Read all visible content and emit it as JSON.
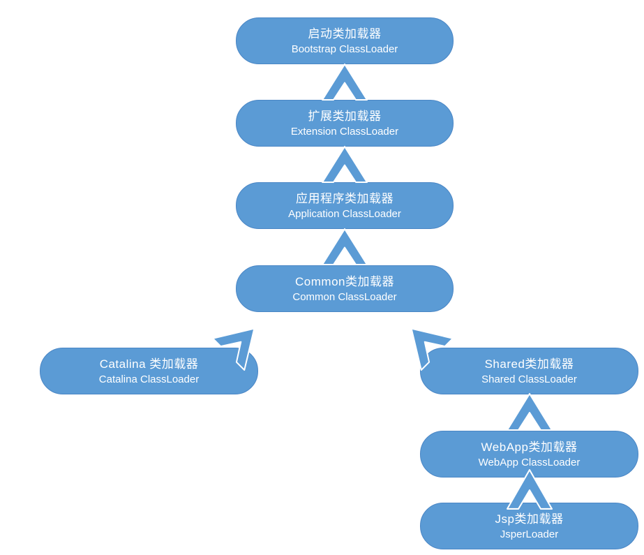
{
  "theme": {
    "node_fill": "#5b9bd5",
    "node_border": "#4a86c5",
    "text_color": "#ffffff",
    "arrow_fill": "#5b9bd5",
    "arrow_outline": "#ffffff",
    "page_bg": "#ffffff"
  },
  "diagram": {
    "type": "hierarchy-flow",
    "nodes": [
      {
        "id": "bootstrap",
        "label_zh": "启动类加载器",
        "label_en": "Bootstrap ClassLoader"
      },
      {
        "id": "extension",
        "label_zh": "扩展类加载器",
        "label_en": "Extension ClassLoader"
      },
      {
        "id": "application",
        "label_zh": "应用程序类加载器",
        "label_en": "Application ClassLoader"
      },
      {
        "id": "common",
        "label_zh": "Common类加载器",
        "label_en": "Common ClassLoader"
      },
      {
        "id": "catalina",
        "label_zh": "Catalina 类加载器",
        "label_en": "Catalina ClassLoader"
      },
      {
        "id": "shared",
        "label_zh": "Shared类加载器",
        "label_en": "Shared ClassLoader"
      },
      {
        "id": "webapp",
        "label_zh": "WebApp类加载器",
        "label_en": "WebApp ClassLoader"
      },
      {
        "id": "jsp",
        "label_zh": "Jsp类加载器",
        "label_en": "JsperLoader"
      }
    ],
    "edges": [
      {
        "from": "extension",
        "to": "bootstrap",
        "direction": "up"
      },
      {
        "from": "application",
        "to": "extension",
        "direction": "up"
      },
      {
        "from": "common",
        "to": "application",
        "direction": "up"
      },
      {
        "from": "catalina",
        "to": "common",
        "direction": "up-right"
      },
      {
        "from": "shared",
        "to": "common",
        "direction": "up-left"
      },
      {
        "from": "webapp",
        "to": "shared",
        "direction": "up"
      },
      {
        "from": "jsp",
        "to": "webapp",
        "direction": "up"
      }
    ]
  }
}
